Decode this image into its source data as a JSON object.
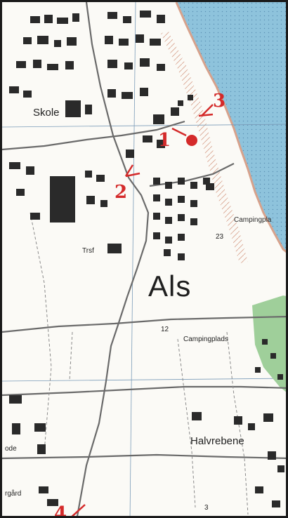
{
  "map": {
    "town_label": "Als",
    "place_labels": {
      "skole": "Skole",
      "trsf": "Trsf",
      "campingplads_top": "Campingpla",
      "campingplads": "Campingplads",
      "halvrebene": "Halvrebene",
      "gaard": "rgård",
      "sted": "ode"
    },
    "numbers": {
      "n23": "23",
      "n12": "12",
      "n3": "3"
    },
    "markers": {
      "m1": "1",
      "m2": "2",
      "m3": "3",
      "m4": "4"
    },
    "colors": {
      "sea": "#8ec3dc",
      "land": "#fbfaf6",
      "buildings": "#2a2a2a",
      "forest": "#9fcf9a",
      "roads": "#6a6a6a",
      "coastline": "#d7a28c",
      "markers": "#d42a2a"
    }
  }
}
